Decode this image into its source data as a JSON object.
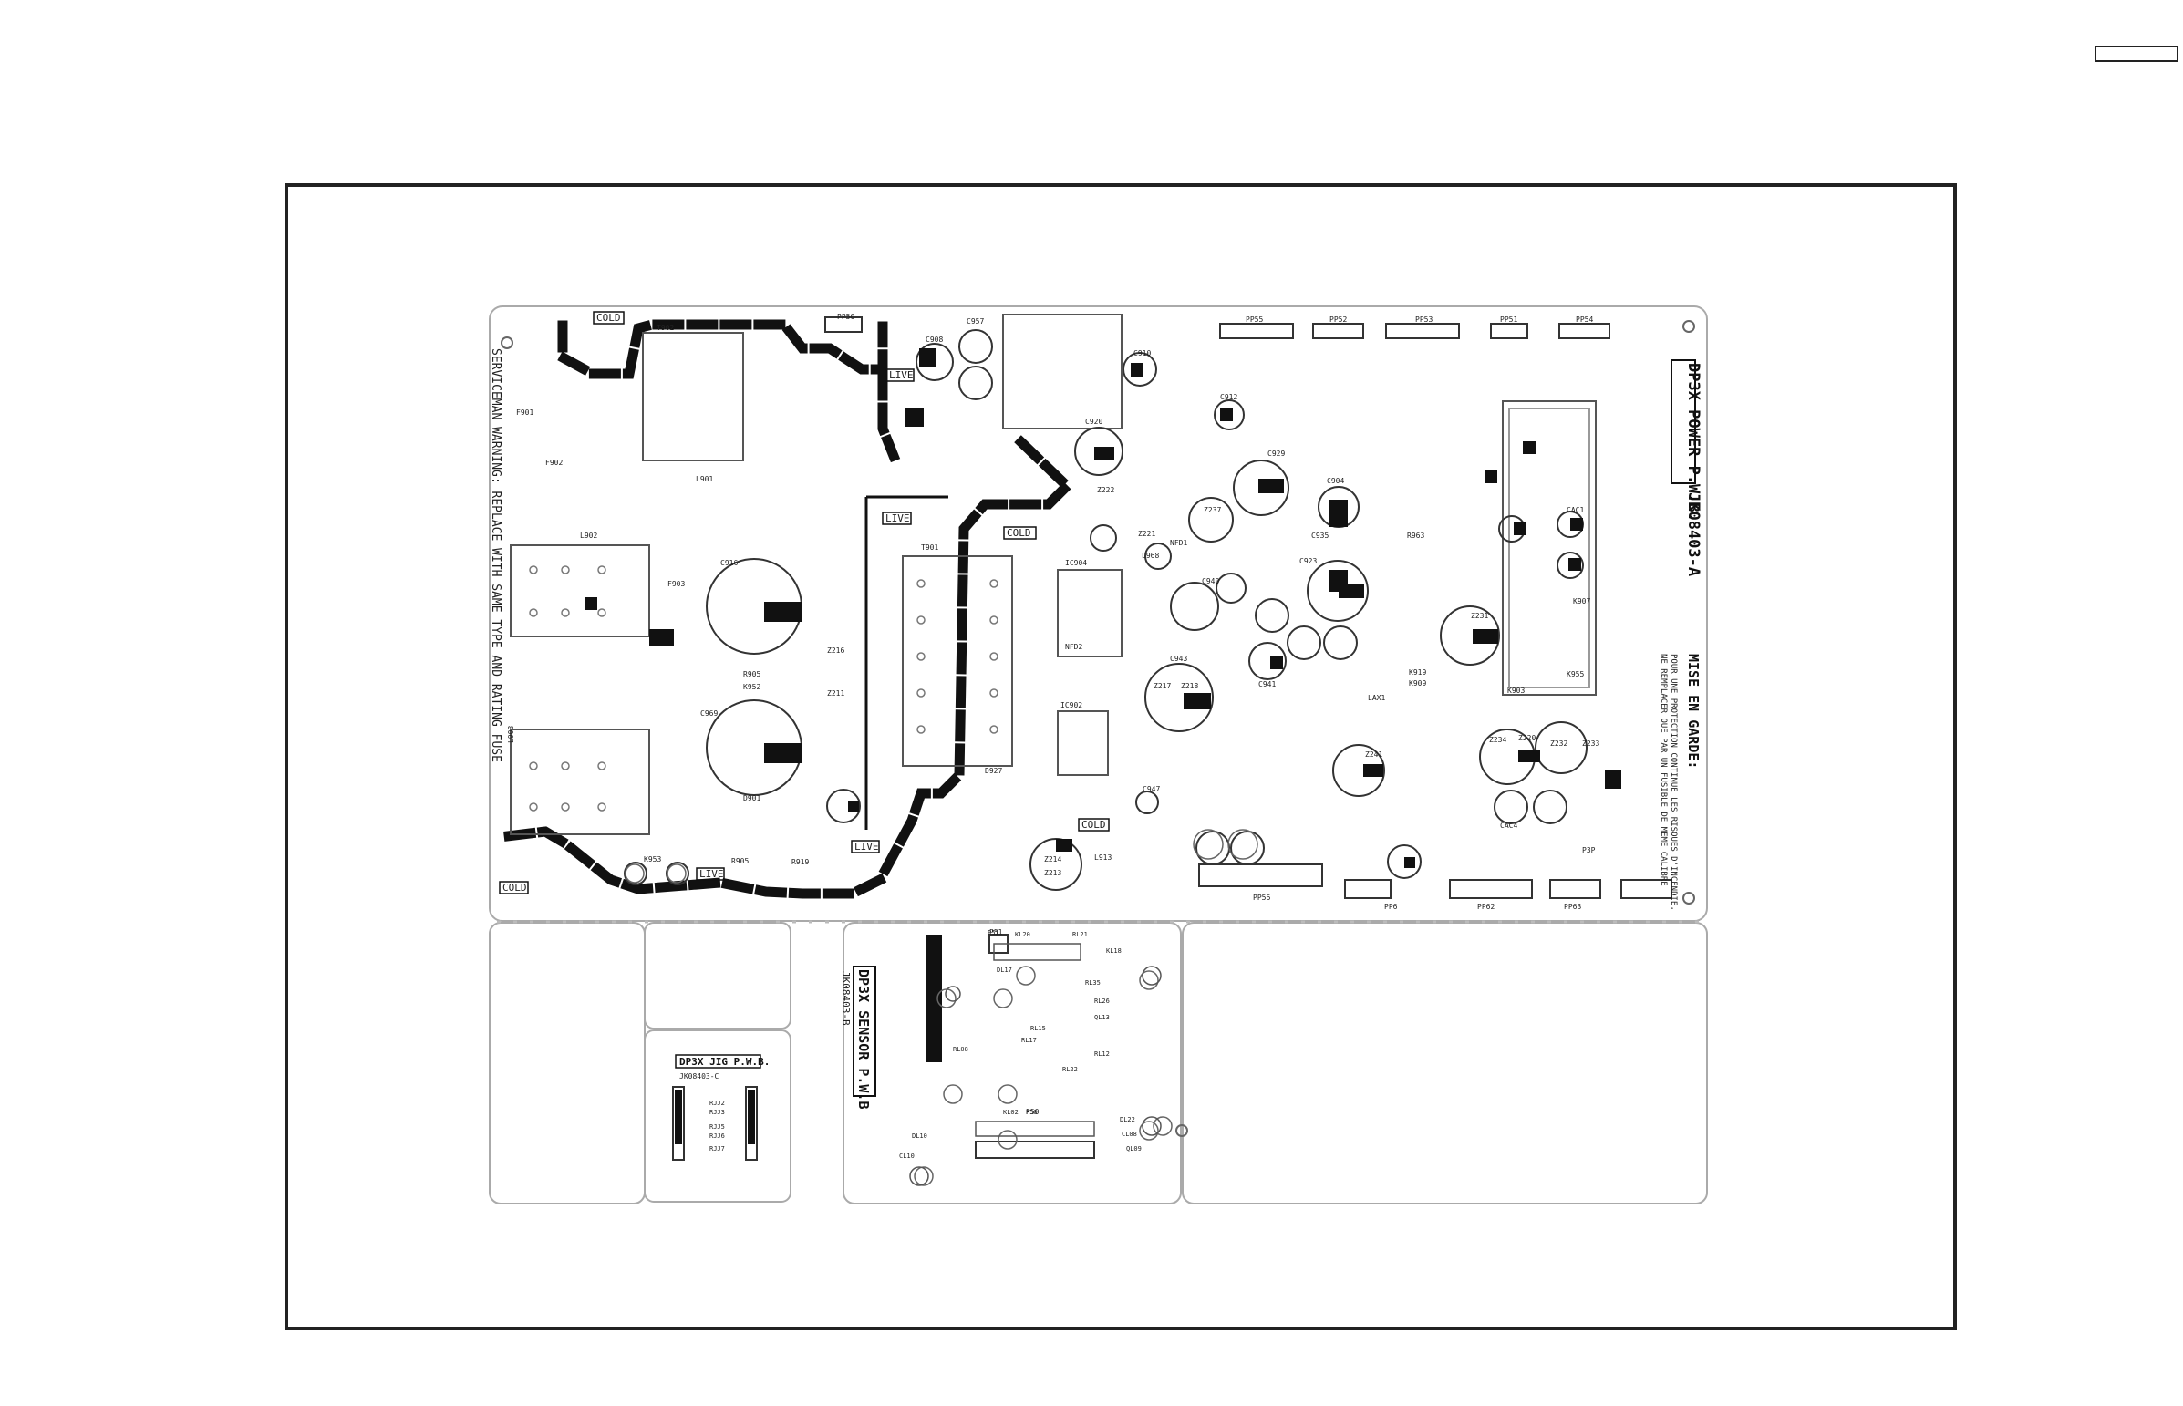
{
  "boards": {
    "power": {
      "title": "DP3X POWER P.W.B.",
      "code": "JK08403-A"
    },
    "sensor": {
      "title": "DP3X SENSOR P.W.B",
      "code": "JK08403-B"
    },
    "jig": {
      "title": "DP3X JIG P.W.B.",
      "code": "JK08403-C"
    }
  },
  "warnings": {
    "service": "SERVICEMAN WARNING: REPLACE WITH SAME TYPE AND RATING FUSE",
    "mise_title": "MISE EN GARDE:",
    "mise_line1": "POUR UNE PROTECTION CONTINUE LES RISQUES D'INCENDIE,",
    "mise_line2": "NE REMPLACER QUE PAR UN FUSIBLE DE MEME CALIBRE"
  },
  "zones": {
    "cold_1": "COLD",
    "cold_2": "COLD",
    "cold_3": "COLD",
    "cold_4": "COLD",
    "live_1": "LIVE",
    "live_2": "LIVE",
    "live_3": "LIVE",
    "live_4": "LIVE"
  },
  "connectors": {
    "pp50": "PP50",
    "pp55": "PP55",
    "pp52": "PP52",
    "pp53": "PP53",
    "pp51": "PP51",
    "pp54": "PP54",
    "pp56": "PP56",
    "pp6": "PP6",
    "pp62": "PP62",
    "pp63": "PP63",
    "p3p": "P3P",
    "p51": "P51",
    "p50": "P50"
  },
  "power_labels": {
    "c916": "C916",
    "c969": "C969",
    "c943": "C943",
    "c940": "C940",
    "c935": "C935",
    "c929": "C929",
    "c920": "C920",
    "c908": "C908",
    "c957": "C957",
    "c910": "C910",
    "c912": "C912",
    "c904": "C904",
    "c941": "C941",
    "c923": "C923",
    "c947": "C947",
    "cac4": "CAC4",
    "cac1": "CAC1",
    "l901": "L901",
    "l902": "L902",
    "l903": "L903",
    "l968": "L968",
    "l913": "L913",
    "t901": "T901",
    "t902": "T902",
    "f901": "F901",
    "f903": "F903",
    "f902": "F902",
    "z231": "Z231",
    "z214": "Z214",
    "z213": "Z213",
    "z218": "Z218",
    "z217": "Z217",
    "z237": "Z237",
    "z220": "Z220",
    "z241": "Z241",
    "z232": "Z232",
    "z234": "Z234",
    "z233": "Z233",
    "z221": "Z221",
    "z222": "Z222",
    "r905": "R905",
    "k952": "K952",
    "r963": "R963",
    "r919": "R919",
    "k953": "K953",
    "r905b": "R905",
    "d927": "D927",
    "d901": "D901",
    "z216": "Z216",
    "z211": "Z211",
    "lax1": "LAX1",
    "k909": "K909",
    "k919": "K919",
    "nfd1": "NFD1",
    "nfd2": "NFD2",
    "ic904": "IC904",
    "ic902": "IC902",
    "k907": "K907",
    "k903": "K903",
    "k955": "K955"
  },
  "sensor_labels": {
    "kl20": "KL20",
    "rl21": "RL21",
    "kl18": "KL18",
    "ql13": "QL13",
    "rl26": "RL26",
    "rl15": "RL15",
    "cl08": "CL08",
    "kl02": "KL02",
    "dl22": "DL22",
    "rl12": "RL12",
    "ql09": "QL09",
    "dl17": "DL17",
    "rl35": "RL35",
    "dl10": "DL10",
    "rl22": "RL22",
    "p51s": "P51",
    "p50s": "P50",
    "rl08": "RL08",
    "rl17": "RL17",
    "cl10": "CL10"
  },
  "jig_labels": {
    "rjj2": "RJJ2",
    "rjj3": "RJJ3",
    "rjj5": "RJJ5",
    "rjj6": "RJJ6",
    "rjj7": "RJJ7"
  }
}
